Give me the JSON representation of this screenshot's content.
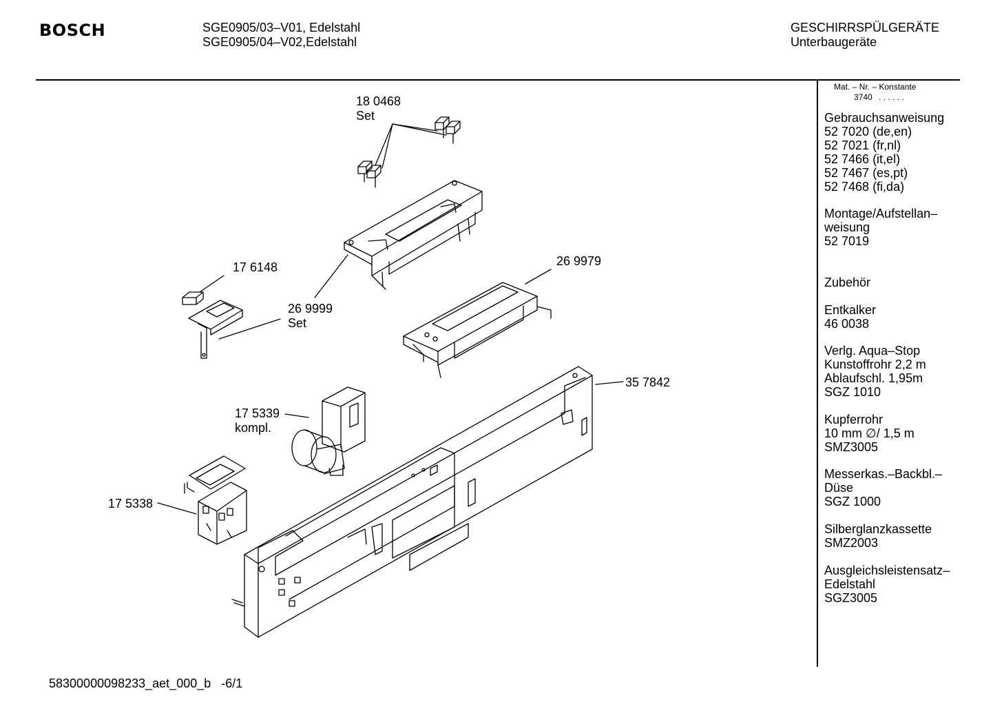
{
  "header": {
    "brand": "BOSCH",
    "models": [
      "SGE0905/03–V01, Edelstahl",
      "SGE0905/04–V02,Edelstahl"
    ],
    "category": [
      "GESCHIRRSPÜLGERÄTE",
      "Unterbaugeräte"
    ]
  },
  "sidebar": {
    "mat_line1": "Mat. – Nr. – Konstante",
    "mat_line2": "3740",
    "mat_dots": ". . . . . .",
    "groups": [
      [
        "Gebrauchsanweisung",
        "52 7020 (de,en)",
        "52 7021 (fr,nl)",
        "52 7466 (it,el)",
        "52 7467 (es,pt)",
        "52 7468 (fi,da)"
      ],
      [
        "Montage/Aufstellan–",
        "weisung",
        "52 7019"
      ],
      [
        "Zubehör"
      ],
      [
        "Entkalker",
        "46 0038"
      ],
      [
        "Verlg. Aqua–Stop",
        "Kunstoffrohr 2,2 m",
        "Ablaufschl. 1,95m",
        "SGZ 1010"
      ],
      [
        "Kupferrohr",
        "10 mm ∅/ 1,5 m",
        "SMZ3005"
      ],
      [
        "Messerkas.–Backbl.–",
        "Düse",
        "SGZ 1000"
      ],
      [
        "Silberglanzkassette",
        "SMZ2003"
      ],
      [
        "Ausgleichsleistensatz–",
        "Edelstahl",
        "SGZ3005"
      ]
    ]
  },
  "parts": {
    "p180468": [
      "18 0468",
      "Set"
    ],
    "p176148": [
      "17 6148"
    ],
    "p269999": [
      "26 9999",
      "Set"
    ],
    "p269979": [
      "26 9979"
    ],
    "p357842": [
      "35 7842"
    ],
    "p175339": [
      "17 5339",
      "kompl."
    ],
    "p175338": [
      "17 5338"
    ]
  },
  "footer": "58300000098233_aet_000_b   -6/1"
}
